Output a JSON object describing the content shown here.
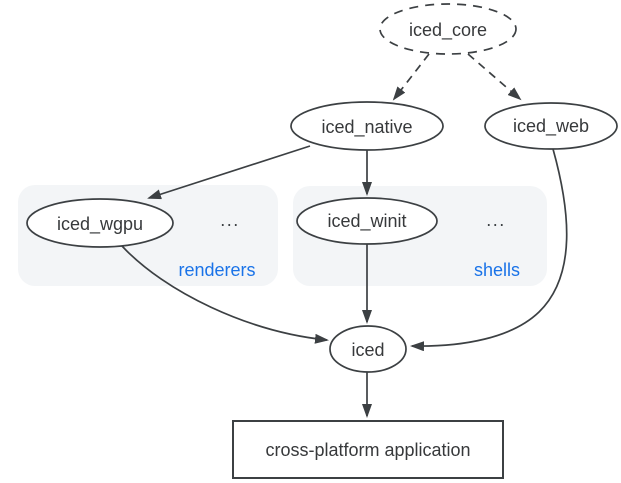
{
  "nodes": {
    "iced_core": {
      "label": "iced_core"
    },
    "iced_native": {
      "label": "iced_native"
    },
    "iced_web": {
      "label": "iced_web"
    },
    "iced_wgpu": {
      "label": "iced_wgpu"
    },
    "iced_winit": {
      "label": "iced_winit"
    },
    "iced": {
      "label": "iced"
    },
    "application": {
      "label": "cross-platform application"
    }
  },
  "groups": {
    "renderers": {
      "label": "renderers",
      "more": "..."
    },
    "shells": {
      "label": "shells",
      "more": "..."
    }
  },
  "edges": [
    {
      "from": "iced_core",
      "to": "iced_native",
      "style": "dashed"
    },
    {
      "from": "iced_core",
      "to": "iced_web",
      "style": "dashed"
    },
    {
      "from": "iced_native",
      "to": "iced_wgpu",
      "style": "solid"
    },
    {
      "from": "iced_native",
      "to": "iced_winit",
      "style": "solid"
    },
    {
      "from": "iced_wgpu",
      "to": "iced",
      "style": "solid"
    },
    {
      "from": "iced_winit",
      "to": "iced",
      "style": "solid"
    },
    {
      "from": "iced_web",
      "to": "iced",
      "style": "solid"
    },
    {
      "from": "iced",
      "to": "application",
      "style": "solid"
    }
  ],
  "colors": {
    "line": "#3c4043",
    "text": "#37393b",
    "group_label": "#1a73e8",
    "group_background": "#f3f5f7",
    "node_fill": "#ffffff",
    "canvas_background": "#ffffff"
  }
}
